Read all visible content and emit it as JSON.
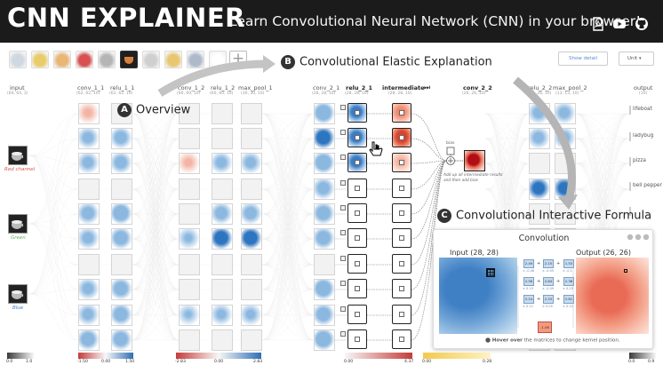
{
  "header": {
    "title": "CNN EXPLAINER",
    "subtitle": "Learn Convolutional Neural Network (CNN) in your browser!",
    "icons": [
      "pdf-icon",
      "youtube-icon",
      "github-icon"
    ]
  },
  "controls": {
    "thumbnails": [
      "image-1",
      "image-2",
      "image-3",
      "image-4",
      "image-5",
      "image-6",
      "image-7",
      "image-8",
      "image-9",
      "image-10"
    ],
    "thumbnail_colors": [
      "#cfd8e0",
      "#e8cc6a",
      "#e9b676",
      "#d85050",
      "#b5b5b5",
      "#d87f3e",
      "#cfcfcf",
      "#e9c770",
      "#aeb9c9",
      "#ffffff"
    ],
    "add_label": "+",
    "detail_label": "Show detail",
    "unit_label": "Unit"
  },
  "layers": {
    "input": {
      "name": "input",
      "dim": "(64, 64, 3)"
    },
    "conv_1_1": {
      "name": "conv_1_1",
      "dim": "(62, 62, 10)"
    },
    "relu_1_1": {
      "name": "relu_1_1",
      "dim": "(62, 62, 10)"
    },
    "conv_1_2": {
      "name": "conv_1_2",
      "dim": "(60, 60, 10)"
    },
    "relu_1_2": {
      "name": "relu_1_2",
      "dim": "(60, 60, 10)"
    },
    "max_pool_1": {
      "name": "max_pool_1",
      "dim": "(30, 30, 10)"
    },
    "conv_2_1": {
      "name": "conv_2_1",
      "dim": "(28, 28, 10)"
    },
    "relu_2_1": {
      "name": "relu_2_1",
      "dim": "(28, 28, 10)"
    },
    "intermediate": {
      "name": "intermediate",
      "dim": "(28, 28, 10)"
    },
    "conv_2_2": {
      "name": "conv_2_2",
      "dim": "(26, 26, 10)"
    },
    "relu_2_2": {
      "name": "relu_2_2",
      "dim": "(26, 26, 10)"
    },
    "max_pool_2": {
      "name": "max_pool_2",
      "dim": "(13, 13, 10)"
    },
    "output": {
      "name": "output",
      "dim": "(10)"
    }
  },
  "channels": {
    "red": "Red channel",
    "green": "Green",
    "blue": "Blue"
  },
  "channel_colors": {
    "red": "#d9534f",
    "green": "#5cb85c",
    "blue": "#3a7bd5"
  },
  "classes": [
    "lifeboat",
    "ladybug",
    "pizza",
    "bell pepper"
  ],
  "callouts": {
    "a_letter": "A",
    "a_text": "Overview",
    "b_letter": "B",
    "b_text": "Convolutional Elastic Explanation",
    "c_letter": "C",
    "c_text": "Convolutional Interactive Formula"
  },
  "annotations": {
    "bias": "bias",
    "sum_note": "Add up all intermediate results and then add bias",
    "play": "⏭"
  },
  "formula": {
    "title": "Convolution",
    "input_label": "Input (28, 28)",
    "output_label": "Output (26, 26)",
    "hint_bold": "Hover over",
    "hint_rest": " the matrices to change kernel position.",
    "result": "-1.06",
    "kernel": [
      [
        "2.49",
        "2.15",
        "1.53"
      ],
      [
        "2.56",
        "2.84",
        "2.38"
      ],
      [
        "2.24",
        "2.25",
        "2.81"
      ]
    ],
    "weights": [
      [
        "× -0.46",
        "× -0.05",
        "× -0.1"
      ],
      [
        "× 0.19",
        "× -0.09",
        "× 0.25"
      ],
      [
        "× 0.12",
        "× 0.05",
        "× 0.12"
      ]
    ]
  },
  "legend": [
    {
      "min": "0.0",
      "max": "1.0"
    },
    {
      "min": "-1.50",
      "mid": "0.00",
      "max": "1.50"
    },
    {
      "min": "-2.83",
      "mid": "0.00",
      "max": "2.83"
    },
    {
      "min": "0.00",
      "max": "4.37"
    },
    {
      "min": "0.00",
      "max": "0.28"
    },
    {
      "min": "0.0",
      "max": "0.9"
    }
  ],
  "legend_colors": {
    "blue": "#2f6fb5",
    "white": "#f7f7f7",
    "red": "#c43c39",
    "gray": "#3a3a3a"
  }
}
